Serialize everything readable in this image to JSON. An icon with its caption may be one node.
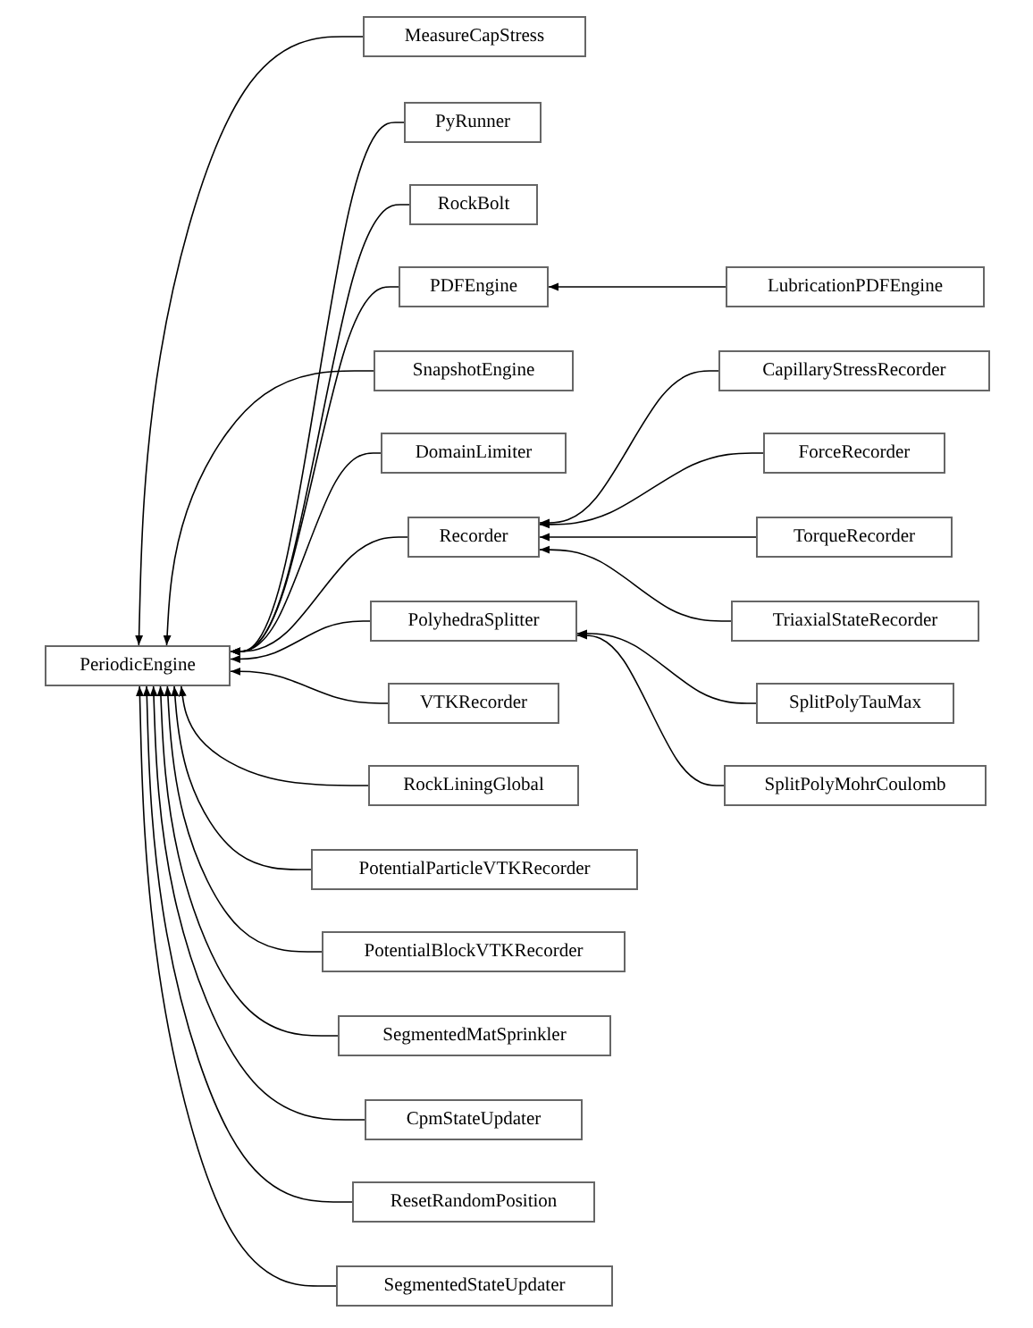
{
  "diagram": {
    "nodes": [
      {
        "text": [
          "PeriodicEngine"
        ]
      },
      {
        "text": [
          "MeasureCapStress"
        ]
      },
      {
        "text": [
          "PyRunner"
        ]
      },
      {
        "text": [
          "RockBolt"
        ]
      },
      {
        "text": [
          "PDFEngine"
        ]
      },
      {
        "text": [
          "LubricationPDFEngine"
        ]
      },
      {
        "text": [
          "SnapshotEngine"
        ]
      },
      {
        "text": [
          "CapillaryStressRecorder"
        ]
      },
      {
        "text": [
          "DomainLimiter"
        ]
      },
      {
        "text": [
          "ForceRecorder"
        ]
      },
      {
        "text": [
          "Recorder"
        ]
      },
      {
        "text": [
          "TorqueRecorder"
        ]
      },
      {
        "text": [
          "PolyhedraSplitter"
        ]
      },
      {
        "text": [
          "TriaxialStateRecorder"
        ]
      },
      {
        "text": [
          "VTKRecorder"
        ]
      },
      {
        "text": [
          "SplitPolyTauMax"
        ]
      },
      {
        "text": [
          "RockLiningGlobal"
        ]
      },
      {
        "text": [
          "SplitPolyMohrCoulomb"
        ]
      },
      {
        "text": [
          "PotentialParticleVTKRecorder"
        ]
      },
      {
        "text": [
          "PotentialBlockVTKRecorder"
        ]
      },
      {
        "text": [
          "SegmentedMatSprinkler"
        ]
      },
      {
        "text": [
          "CpmStateUpdater"
        ]
      },
      {
        "text": [
          "ResetRandomPosition"
        ]
      },
      {
        "text": [
          "SegmentedStateUpdater"
        ]
      }
    ],
    "edges": [
      {
        "from": 1,
        "to": 0,
        "arrow": "to"
      },
      {
        "from": 2,
        "to": 0,
        "arrow": "to"
      },
      {
        "from": 3,
        "to": 0,
        "arrow": "to"
      },
      {
        "from": 4,
        "to": 0,
        "arrow": "to"
      },
      {
        "from": 5,
        "to": 4,
        "arrow": "to"
      },
      {
        "from": 6,
        "to": 0,
        "arrow": "to"
      },
      {
        "from": 7,
        "to": 10,
        "arrow": "to"
      },
      {
        "from": 8,
        "to": 0,
        "arrow": "to"
      },
      {
        "from": 9,
        "to": 10,
        "arrow": "to"
      },
      {
        "from": 10,
        "to": 0,
        "arrow": "to"
      },
      {
        "from": 11,
        "to": 10,
        "arrow": "to"
      },
      {
        "from": 12,
        "to": 0,
        "arrow": "to"
      },
      {
        "from": 13,
        "to": 10,
        "arrow": "to"
      },
      {
        "from": 14,
        "to": 0,
        "arrow": "to"
      },
      {
        "from": 15,
        "to": 12,
        "arrow": "to"
      },
      {
        "from": 16,
        "to": 0,
        "arrow": "to"
      },
      {
        "from": 17,
        "to": 12,
        "arrow": "to"
      },
      {
        "from": 18,
        "to": 0,
        "arrow": "to"
      },
      {
        "from": 19,
        "to": 0,
        "arrow": "to"
      },
      {
        "from": 20,
        "to": 0,
        "arrow": "to"
      },
      {
        "from": 21,
        "to": 0,
        "arrow": "to"
      },
      {
        "from": 22,
        "to": 0,
        "arrow": "to"
      },
      {
        "from": 23,
        "to": 0,
        "arrow": "to"
      }
    ]
  }
}
